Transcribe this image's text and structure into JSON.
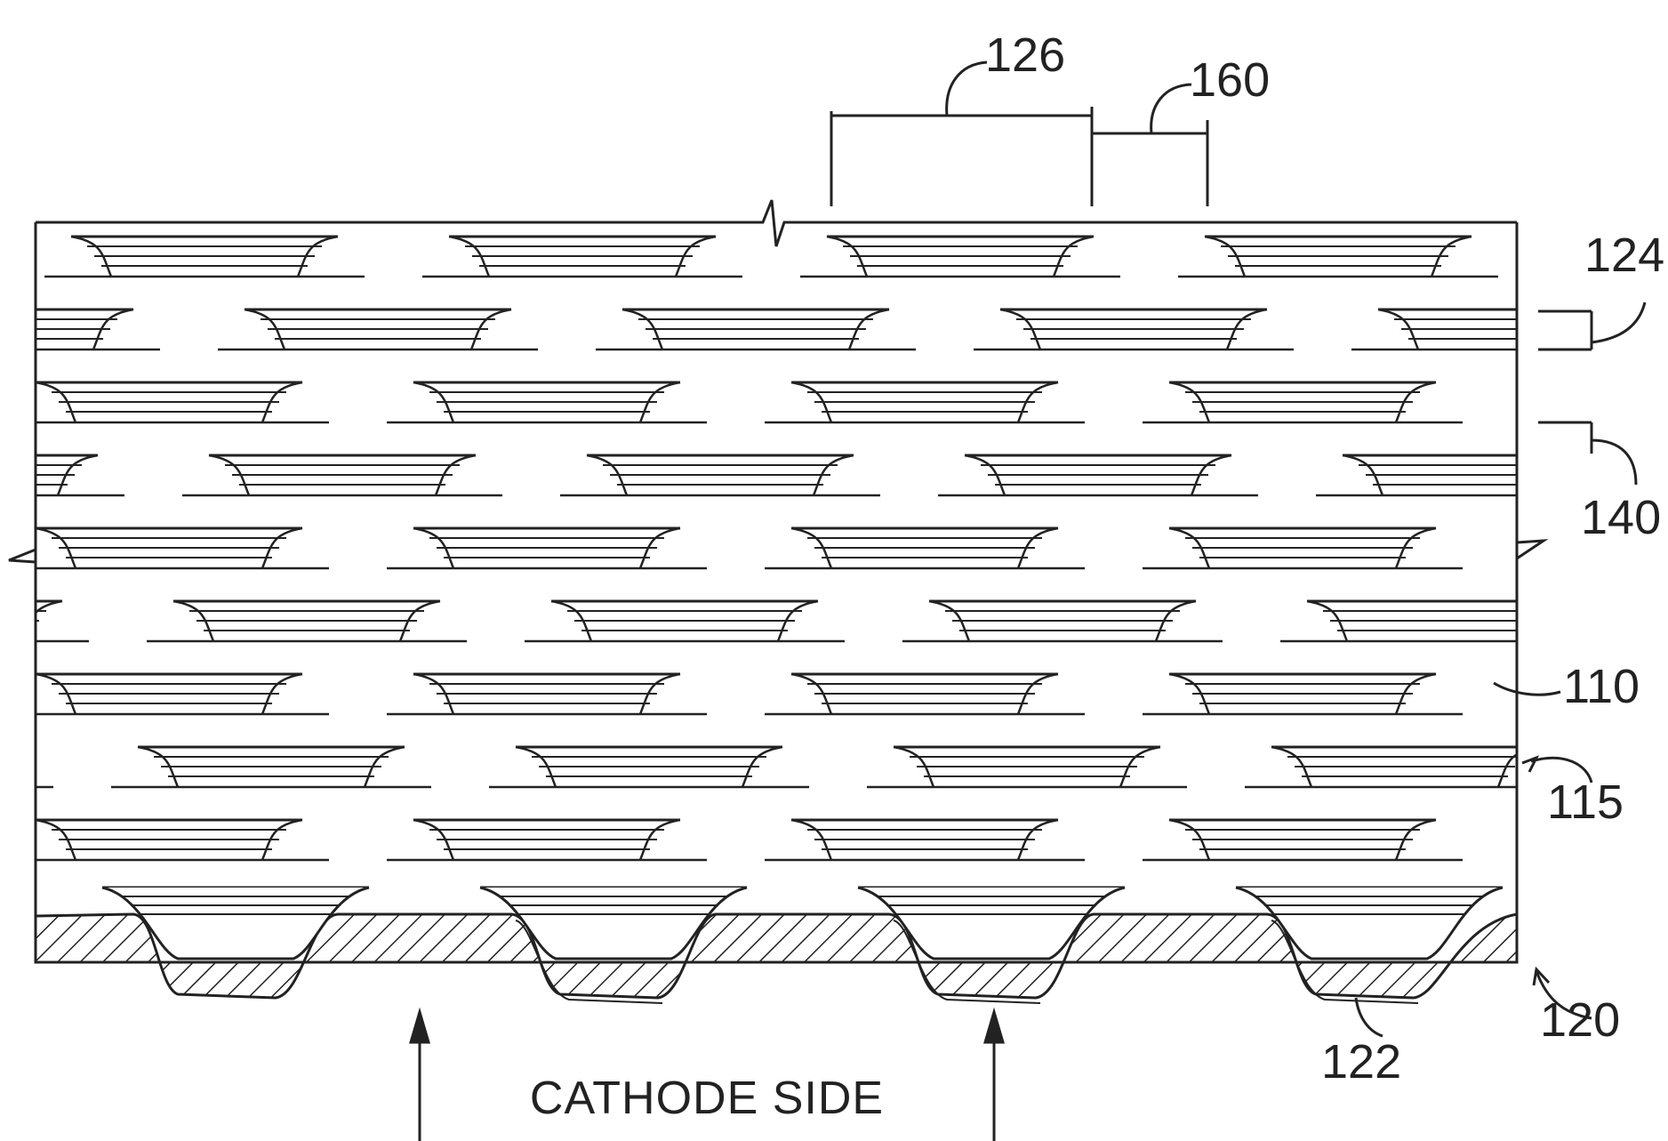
{
  "figure": {
    "reference_numerals": {
      "r126": "126",
      "r160": "160",
      "r124": "124",
      "r140": "140",
      "r110": "110",
      "r115": "115",
      "r120": "120",
      "r122": "122"
    },
    "caption": "CATHODE SIDE",
    "colors": {
      "ink": "#222222",
      "background": "#ffffff"
    }
  }
}
